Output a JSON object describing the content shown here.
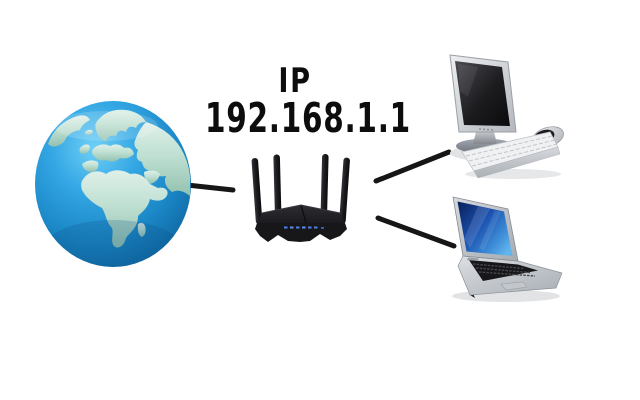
{
  "background_color": "#ffffff",
  "label": {
    "line1": "IP",
    "line2": "192.168.1.1"
  },
  "diagram": {
    "nodes": [
      {
        "icon": "globe-icon"
      },
      {
        "icon": "wireless-router-icon"
      },
      {
        "icon": "desktop-computer-icon"
      },
      {
        "icon": "laptop-icon"
      }
    ],
    "connections": [
      {
        "from": "globe",
        "to": "router"
      },
      {
        "from": "router",
        "to": "desktop-computer"
      },
      {
        "from": "router",
        "to": "laptop"
      }
    ]
  },
  "colors": {
    "text": "#0d0d0d",
    "connection_line": "#161616",
    "globe_ocean": "#2b9be0",
    "globe_land": "#bfe0d2",
    "router_body": "#17171a",
    "router_led": "#4d7fe8",
    "device_silver": "#d5d8dc",
    "monitor_screen": "#141416",
    "laptop_screen_blue": "#1b55b0",
    "shadow": "#e2e3e5"
  }
}
